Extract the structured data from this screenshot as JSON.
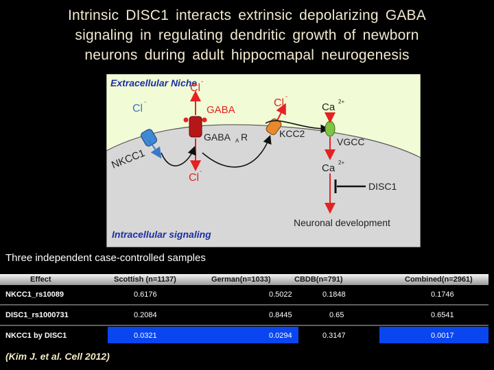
{
  "title": {
    "line1": "Intrinsic DISC1 interacts extrinsic depolarizing GABA",
    "line2": "signaling in regulating dendritic growth of newborn",
    "line3": "neurons during adult hippocmapal neurogenesis"
  },
  "diagram": {
    "extracellular_label": "Extracellular Niche",
    "intracellular_label": "Intracellular signaling",
    "cl": "Cl",
    "ca": "Ca",
    "gaba": "GABA",
    "gabaar": "GABA",
    "gabaar_sub": "A",
    "gabaar_r": "R",
    "kcc2": "KCC2",
    "nkcc1": "NKCC1",
    "vgcc": "VGCC",
    "disc1": "DISC1",
    "neuronal": "Neuronal development",
    "minus": "-",
    "ca_charge": "2+",
    "colors": {
      "niche_bg": "#f1fbd6",
      "cell_bg": "#d7d7d7",
      "red": "#e52222",
      "blue": "#3a78c8",
      "accent_title": "#1c2ea3"
    }
  },
  "subtitle": "Three independent case-controlled samples",
  "table": {
    "headers": [
      "Effect",
      "Scottish (n=1137)",
      "German(n=1033)",
      "CBDB(n=791)",
      "Combined(n=2961)"
    ],
    "rows": [
      {
        "effect": "NKCC1_rs10089",
        "values": [
          "0.6176",
          "0.5022",
          "0.1848",
          "0.1746"
        ]
      },
      {
        "effect": "DISC1_rs1000731",
        "values": [
          "0.2084",
          "0.8445",
          "0.65",
          "0.6541"
        ]
      },
      {
        "effect": "NKCC1 by DISC1",
        "values": [
          "0.0321",
          "0.0294",
          "0.3147",
          "0.0017"
        ]
      }
    ],
    "highlight_color": "#0a46f0"
  },
  "citation": "(Kim J. et al. Cell 2012)"
}
